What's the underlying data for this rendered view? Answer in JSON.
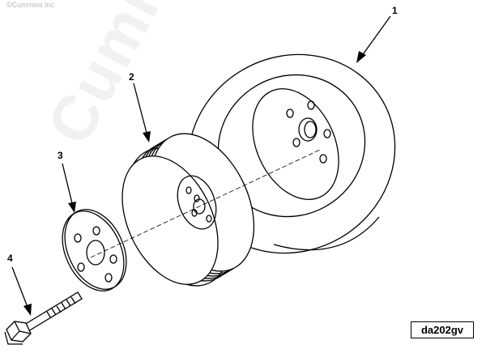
{
  "header": {
    "copyright": "©Cummins Inc"
  },
  "watermark": {
    "text": "Cummins"
  },
  "callouts": [
    {
      "id": "callout-1",
      "label": "1"
    },
    {
      "id": "callout-2",
      "label": "2"
    },
    {
      "id": "callout-3",
      "label": "3"
    },
    {
      "id": "callout-4",
      "label": "4"
    }
  ],
  "figure": {
    "code": "da202gv"
  }
}
